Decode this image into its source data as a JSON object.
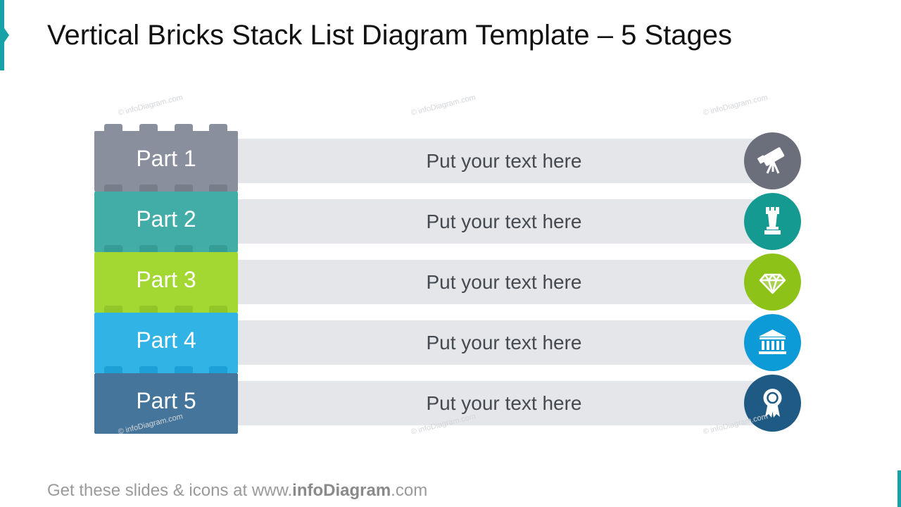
{
  "slide": {
    "title": "Vertical Bricks Stack List Diagram Template – 5 Stages",
    "watermark": "© infoDiagram.com"
  },
  "stages": [
    {
      "label": "Part 1",
      "text": "Put your text here",
      "icon": "telescope-icon",
      "color": "#8a8f9d",
      "bump": "#787d8a"
    },
    {
      "label": "Part 2",
      "text": "Put your text here",
      "icon": "chess-rook-icon",
      "color": "#42ada7",
      "bump": "#359c96"
    },
    {
      "label": "Part 3",
      "text": "Put your text here",
      "icon": "diamond-icon",
      "color": "#a3d833",
      "bump": "#91c62a"
    },
    {
      "label": "Part 4",
      "text": "Put your text here",
      "icon": "bank-building-icon",
      "color": "#31b3e6",
      "bump": "#1ca0d6"
    },
    {
      "label": "Part 5",
      "text": "Put your text here",
      "icon": "award-ribbon-icon",
      "color": "#45759a",
      "bump": "#3a6688"
    }
  ],
  "icon_colors": [
    "#6b6f7c",
    "#159a92",
    "#8dc318",
    "#0c9bd6",
    "#1e5a84"
  ],
  "footer": {
    "prefix": "Get these slides & icons at www.",
    "brand": "infoDiagram",
    "suffix": ".com"
  }
}
